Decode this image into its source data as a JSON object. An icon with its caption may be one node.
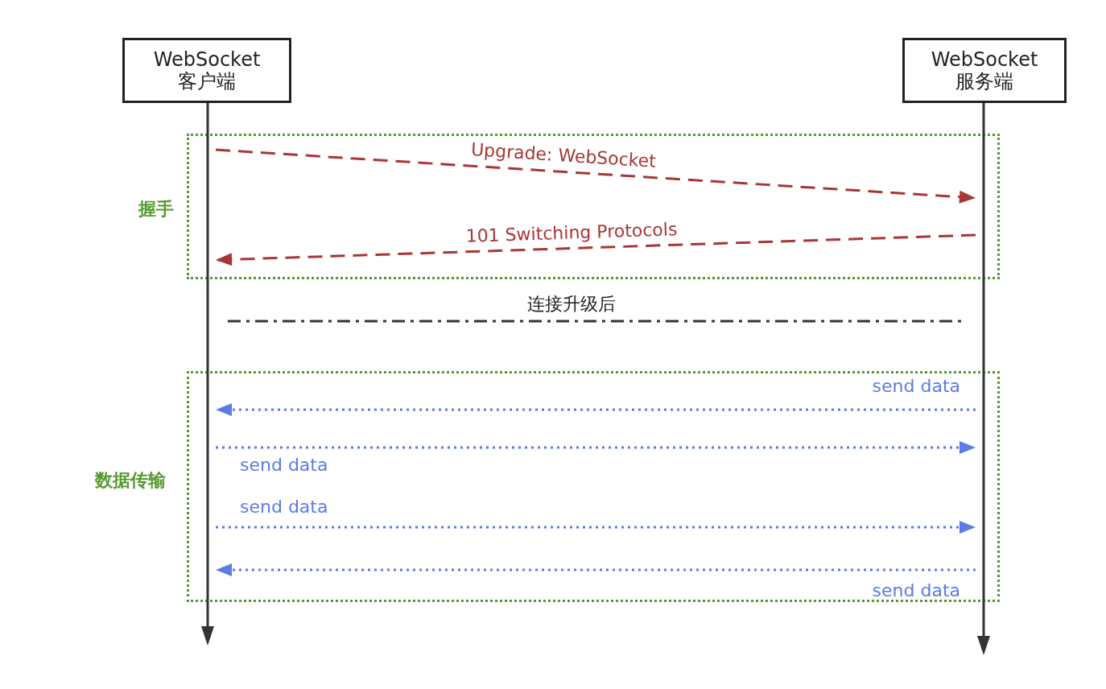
{
  "diagram": {
    "nodes": [
      {
        "text": [
          "WebSocket 客户端"
        ]
      },
      {
        "text": [
          "WebSocket 服务端"
        ]
      },
      {
        "text": [],
        "shape": "line"
      },
      {
        "text": [],
        "shape": "line"
      }
    ],
    "edges": [
      {
        "from": 2,
        "to": 3,
        "arrow": "to",
        "label": "Upgrade: WebSocket",
        "style": "dashed",
        "color": "#a83636"
      },
      {
        "from": 3,
        "to": 2,
        "arrow": "to",
        "label": "101 Switching Protocols",
        "style": "dashed",
        "color": "#a83636"
      },
      {
        "from": 3,
        "to": 2,
        "arrow": "to",
        "label": "send data",
        "style": "dashed",
        "color": "#5b7be6"
      },
      {
        "from": 2,
        "to": 3,
        "arrow": "to",
        "label": "send data",
        "style": "dashed",
        "color": "#5b7be6"
      },
      {
        "from": 2,
        "to": 3,
        "arrow": "to",
        "label": "send data",
        "style": "dashed",
        "color": "#5b7be6"
      },
      {
        "from": 3,
        "to": 2,
        "arrow": "to",
        "label": "send data",
        "style": "dashed",
        "color": "#5b7be6"
      }
    ],
    "labels": [
      "握手",
      "连接升级后",
      "数据传输"
    ]
  }
}
